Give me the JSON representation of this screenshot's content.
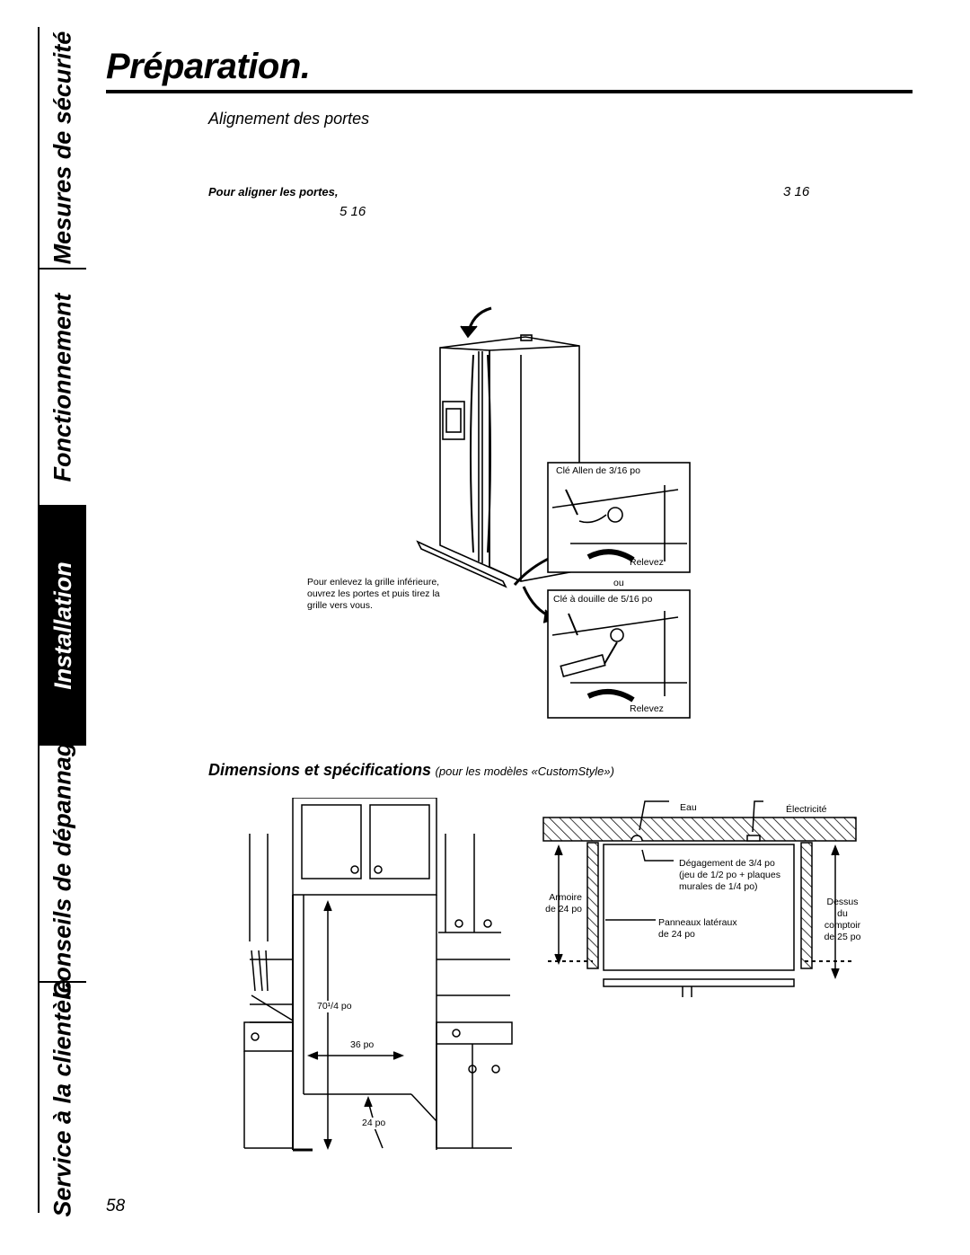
{
  "tabs": [
    "Mesures de sécurité",
    "Fonctionnement",
    "Installation",
    "Conseils de dépannage",
    "Service à la clientèle"
  ],
  "title": "Préparation.",
  "section1": {
    "heading": "Alignement des portes",
    "instruction_lead": "Pour aligner les portes,",
    "frag_a": "3 16",
    "frag_b": "5 16"
  },
  "fig1": {
    "grille_note": "Pour enlevez la grille inférieure, ouvrez les portes et puis tirez la grille vers vous.",
    "allen_label": "Clé Allen de 3/16 po",
    "raise_label_1": "Relevez",
    "or_label": "ou",
    "socket_label": "Clé à douille de 5/16 po",
    "raise_label_2": "Relevez"
  },
  "section2": {
    "heading_bold": "Dimensions et spécifications",
    "heading_rest": "(pour les modèles «CustomStyle»)"
  },
  "fig2": {
    "height": "70¹/4 po",
    "width": "36 po",
    "depth": "24 po"
  },
  "fig3": {
    "water": "Eau",
    "electricity": "Électricité",
    "clearance": "Dégagement de 3/4 po (jeu de 1/2 po + plaques murales de 1/4 po)",
    "cabinet_l1": "Armoire",
    "cabinet_l2": "de 24 po",
    "panels_l1": "Panneaux latéraux",
    "panels_l2": "de 24 po",
    "counter_l1": "Dessus du",
    "counter_l2": "comptoir",
    "counter_l3": "de 25 po"
  },
  "page_number": "58"
}
